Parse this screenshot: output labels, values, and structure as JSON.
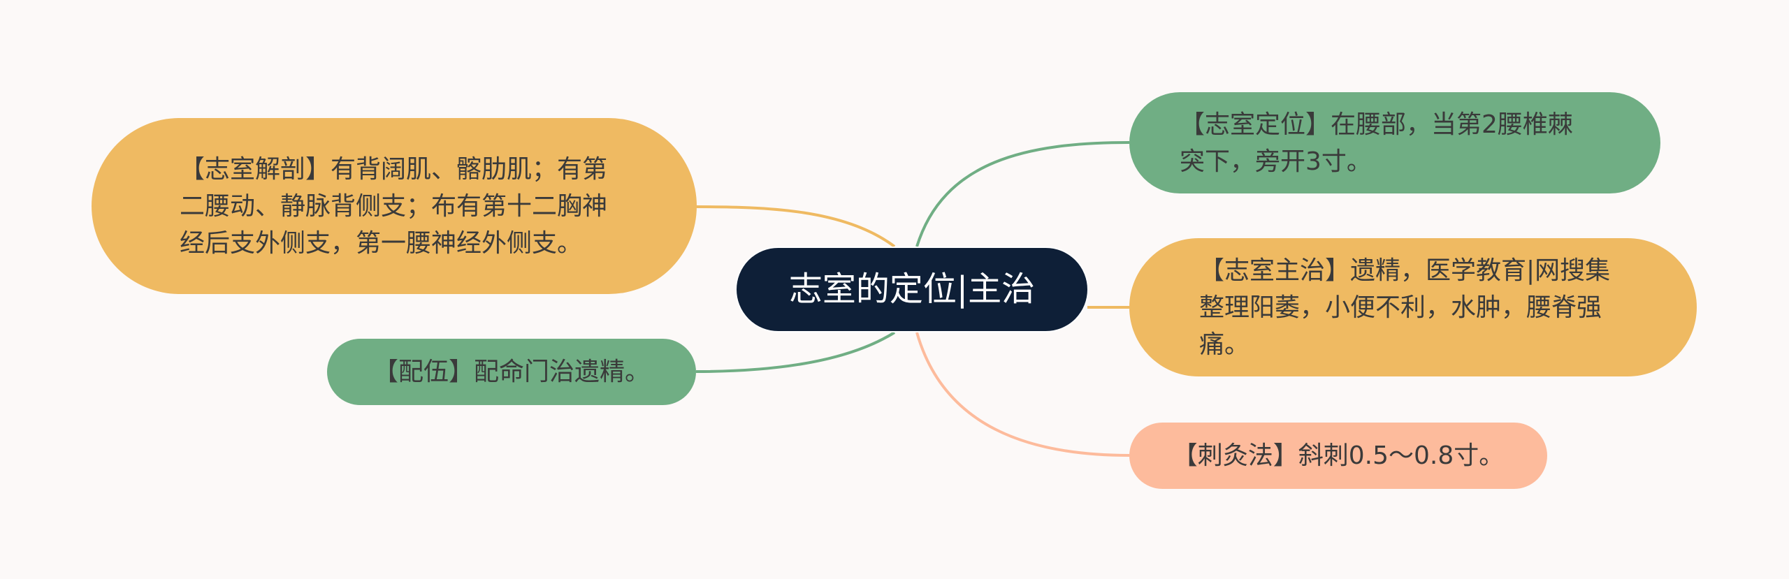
{
  "root": {
    "label": "志室的定位|主治"
  },
  "branches": {
    "anatomy": {
      "text": "【志室解剖】有背阔肌、髂肋肌；有第二腰动、静脉背侧支；布有第十二胸神经后支外侧支，第一腰神经外侧支。",
      "color": "#efba62"
    },
    "combination": {
      "text": "【配伍】配命门治遗精。",
      "color": "#70ae84"
    },
    "location": {
      "text": "【志室定位】在腰部，当第2腰椎棘突下，旁开3寸。",
      "color": "#70ae84"
    },
    "indication": {
      "text": "【志室主治】遗精，医学教育|网搜集整理阳萎，小便不利，水肿，腰脊强痛。",
      "color": "#efba62"
    },
    "method": {
      "text": "【刺灸法】斜刺0.5～0.8寸。",
      "color": "#fdbb9c"
    }
  },
  "colors": {
    "background": "#fcf9f8",
    "root_fill": "#0e1f37",
    "root_text": "#ffffff",
    "node_text": "#3a3a3a"
  }
}
